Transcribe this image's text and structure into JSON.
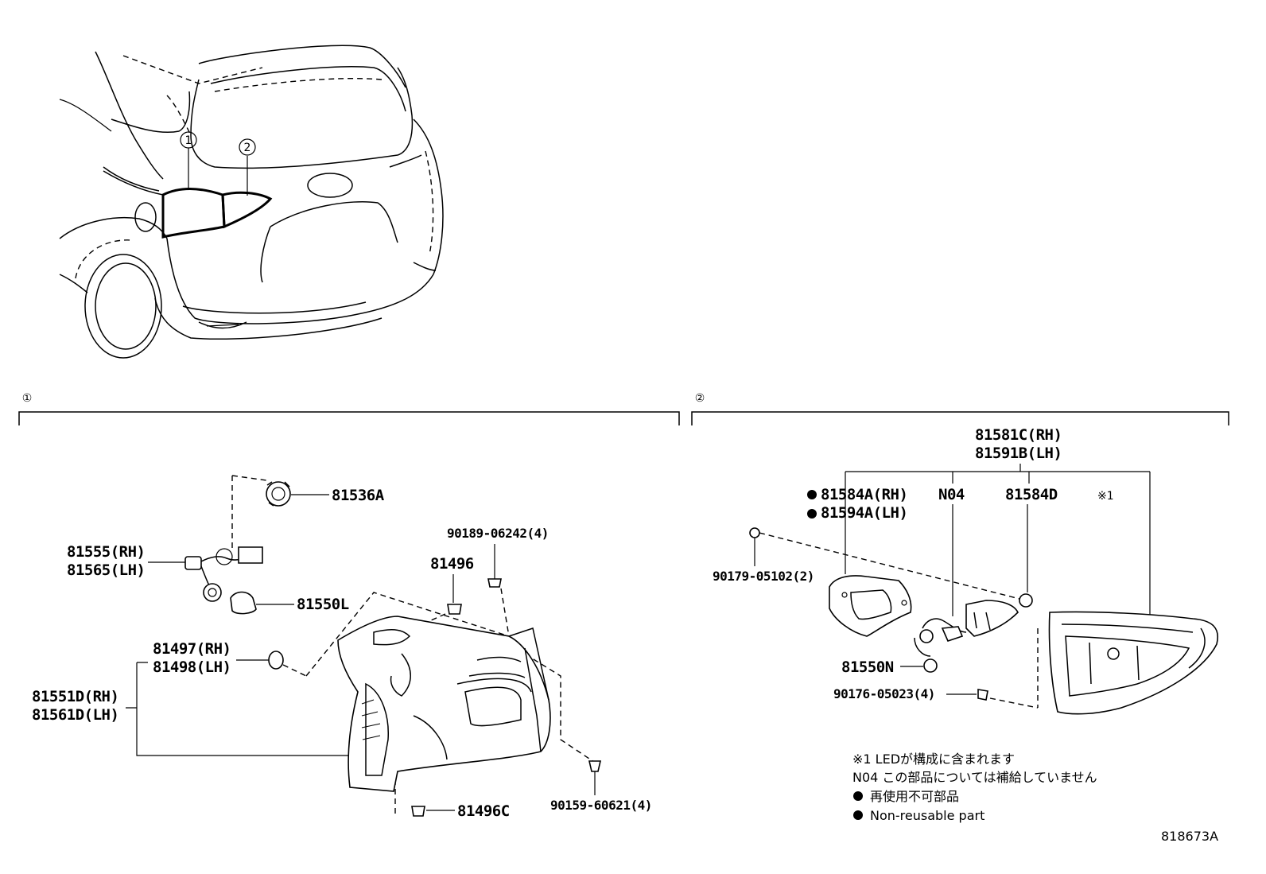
{
  "sections": [
    {
      "id": "1",
      "marker": "①"
    },
    {
      "id": "2",
      "marker": "②"
    }
  ],
  "overview": {
    "callout_1": "1",
    "callout_2": "2"
  },
  "section1_parts": {
    "p81536A": "81536A",
    "p81555": "81555(RH)",
    "p81565": "81565(LH)",
    "p81550L": "81550L",
    "p90189": "90189-06242(4)",
    "p81496": "81496",
    "p81497": "81497(RH)",
    "p81498": "81498(LH)",
    "p81551D": "81551D(RH)",
    "p81561D": "81561D(LH)",
    "p90159": "90159-60621(4)",
    "p81496C": "81496C"
  },
  "section2_parts": {
    "p81581C": "81581C(RH)",
    "p81591B": "81591B(LH)",
    "p81584A": "81584A(RH)",
    "p81594A": "81594A(LH)",
    "pN04": "N04",
    "p81584D": "81584D",
    "note1_mark": "※1",
    "p90179": "90179-05102(2)",
    "p81550N": "81550N",
    "p90176": "90176-05023(4)"
  },
  "notes": {
    "line1": "※1 LEDが構成に含まれます",
    "line2": "N04 この部品については補給していません",
    "line3": "再使用不可部品",
    "line4": "Non-reusable part"
  },
  "footer": {
    "code": "818673A"
  }
}
